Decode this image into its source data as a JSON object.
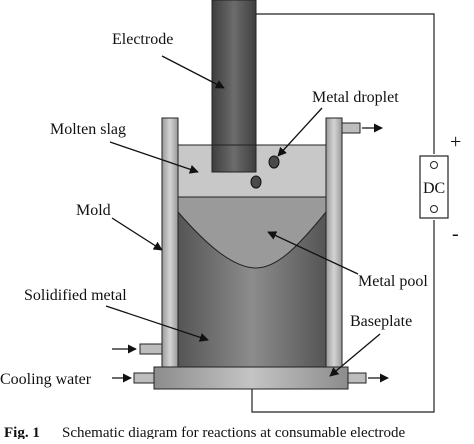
{
  "labels": {
    "electrode": "Electrode",
    "metal_droplet": "Metal droplet",
    "molten_slag": "Molten slag",
    "mold": "Mold",
    "metal_pool": "Metal pool",
    "solidified_metal": "Solidified metal",
    "baseplate": "Baseplate",
    "cooling_water": "Cooling water",
    "power_source": "DC",
    "plus": "+",
    "minus": "-"
  },
  "caption": {
    "number": "Fig. 1",
    "text": "Schematic diagram for reactions at consumable electrode"
  },
  "colors": {
    "electrode": "#555555",
    "slag": "#c8c8c8",
    "metal_pool": "#8a8a8a",
    "solidified_metal": "#6e6e6e",
    "mold_wall": "#b4b4b4",
    "baseplate": "#a8a8a8",
    "line": "#222222"
  }
}
